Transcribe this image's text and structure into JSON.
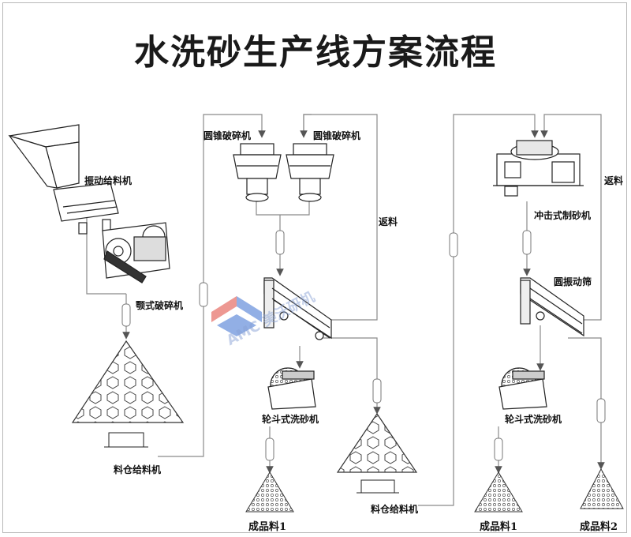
{
  "title": "水洗砂生产线方案流程",
  "labels": {
    "vibrating_feeder": "振动给料机",
    "jaw_crusher": "颚式破碎机",
    "silo_feeder_1": "料仓给料机",
    "cone_crusher_1": "圆锥破碎机",
    "cone_crusher_2": "圆锥破碎机",
    "return_1": "返料",
    "bucket_washer_1": "轮斗式洗砂机",
    "product_1a": "成品料1",
    "silo_feeder_2": "料仓给料机",
    "impact_sand_maker": "冲击式制砂机",
    "return_2": "返料",
    "circular_screen": "圆振动筛",
    "bucket_washer_2": "轮斗式洗砂机",
    "product_1b": "成品料1",
    "product_2": "成品料2"
  },
  "watermark": {
    "text": "AMC 美沃研机",
    "logo_text": "AMC",
    "colors": {
      "red": "#e0453a",
      "blue": "#3a6fd0"
    }
  },
  "colors": {
    "line": "#8a8a8a",
    "ink": "#1a1a1a"
  }
}
